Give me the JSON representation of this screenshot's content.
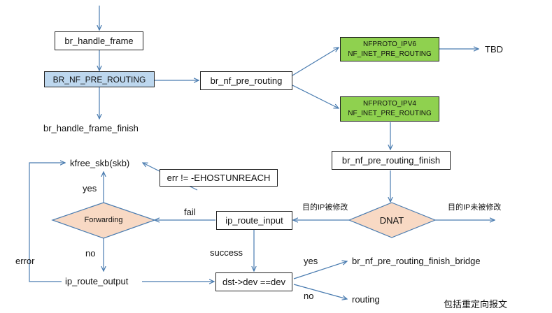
{
  "colors": {
    "arrow": "#4a7cb0",
    "box_border": "#222222",
    "highlight_blue": "#bdd7ee",
    "highlight_green": "#8fd14f",
    "decision_fill": "#f8d9c4"
  },
  "nodes": {
    "br_handle_frame": "br_handle_frame",
    "br_nf_pre_routing_hook": "BR_NF_PRE_ROUTING",
    "br_handle_frame_finish": "br_handle_frame_finish",
    "br_nf_pre_routing": "br_nf_pre_routing",
    "nfproto_ipv6_line1": "NFPROTO_IPV6",
    "nfproto_ipv6_line2": "NF_INET_PRE_ROUTING",
    "tbd": "TBD",
    "nfproto_ipv4_line1": "NFPROTO_IPV4",
    "nfproto_ipv4_line2": "NF_INET_PRE_ROUTING",
    "br_nf_pre_routing_finish": "br_nf_pre_routing_finish",
    "dnat": "DNAT",
    "ip_route_input": "ip_route_input",
    "forwarding": "Forwarding",
    "kfree_skb": "kfree_skb(skb)",
    "err_condition": "err != -EHOSTUNREACH",
    "ip_route_output": "ip_route_output",
    "dst_dev_check": "dst->dev ==dev",
    "br_nf_pre_routing_finish_bridge": "br_nf_pre_routing_finish_bridge",
    "routing": "routing"
  },
  "edge_labels": {
    "dest_ip_modified": "目的IP被修改",
    "dest_ip_not_modified": "目的IP未被修改",
    "fail": "fail",
    "success": "success",
    "yes_forward": "yes",
    "no_forward": "no",
    "error": "error",
    "yes_dst": "yes",
    "no_dst": "no"
  },
  "note": "包括重定向报文"
}
